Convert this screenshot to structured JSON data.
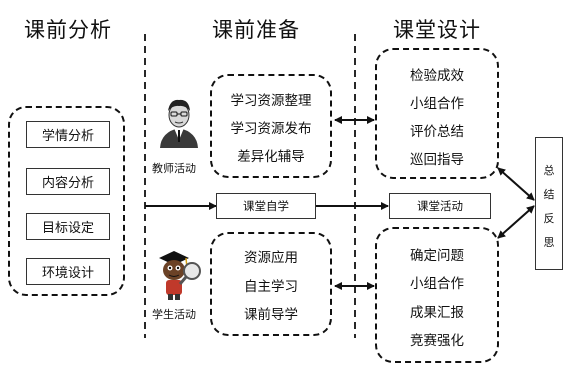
{
  "headings": [
    "课前分析",
    "课前准备",
    "课堂设计"
  ],
  "analysis_items": [
    "学情分析",
    "内容分析",
    "目标设定",
    "环境设计"
  ],
  "teacher": {
    "label": "教师活动",
    "prep_items": [
      "学习资源整理",
      "学习资源发布",
      "差异化辅导"
    ],
    "class_items": [
      "检验成效",
      "小组合作",
      "评价总结",
      "巡回指导"
    ]
  },
  "student": {
    "label": "学生活动",
    "prep_items": [
      "资源应用",
      "自主学习",
      "课前导学"
    ],
    "class_items": [
      "确定问题",
      "小组合作",
      "成果汇报",
      "竞赛强化"
    ]
  },
  "self_study_label": "课堂自学",
  "class_activity_label": "课堂活动",
  "summary_chars": [
    "总",
    "结",
    "反",
    "思"
  ]
}
